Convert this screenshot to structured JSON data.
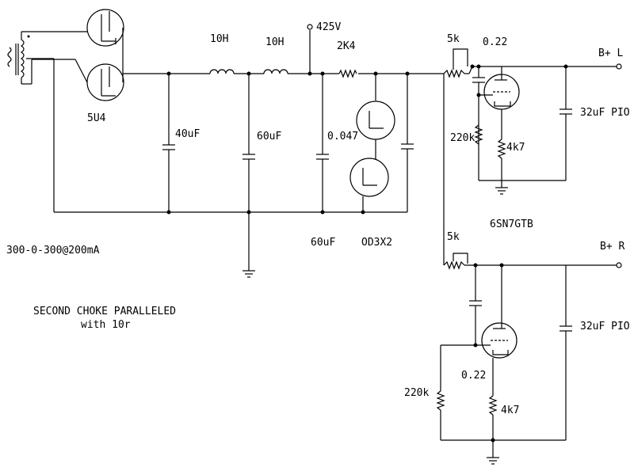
{
  "labels": {
    "choke1": "10H",
    "choke2": "10H",
    "hv_node": "425V",
    "res_2k4": "2K4",
    "rect_tube": "5U4",
    "cap_40": "40uF",
    "cap_60_a": "60uF",
    "cap_0047": "0.047",
    "cap_60_b": "60uF",
    "vr_tubes": "OD3X2",
    "transformer": "300-0-300@200mA",
    "note_line1": "SECOND CHOKE PARALLELED",
    "note_line2": "with 10r",
    "pot_l": "5k",
    "cap_l": "0.22",
    "out_l": "B+ L",
    "pio_l": "32uF PIO",
    "res_220k_l": "220k",
    "res_4k7_l": "4k7",
    "tube_l": "6SN7GTB",
    "pot_r": "5k",
    "out_r": "B+ R",
    "pio_r": "32uF PIO",
    "cap_r": "0.22",
    "res_220k_r": "220k",
    "res_4k7_r": "4k7"
  }
}
